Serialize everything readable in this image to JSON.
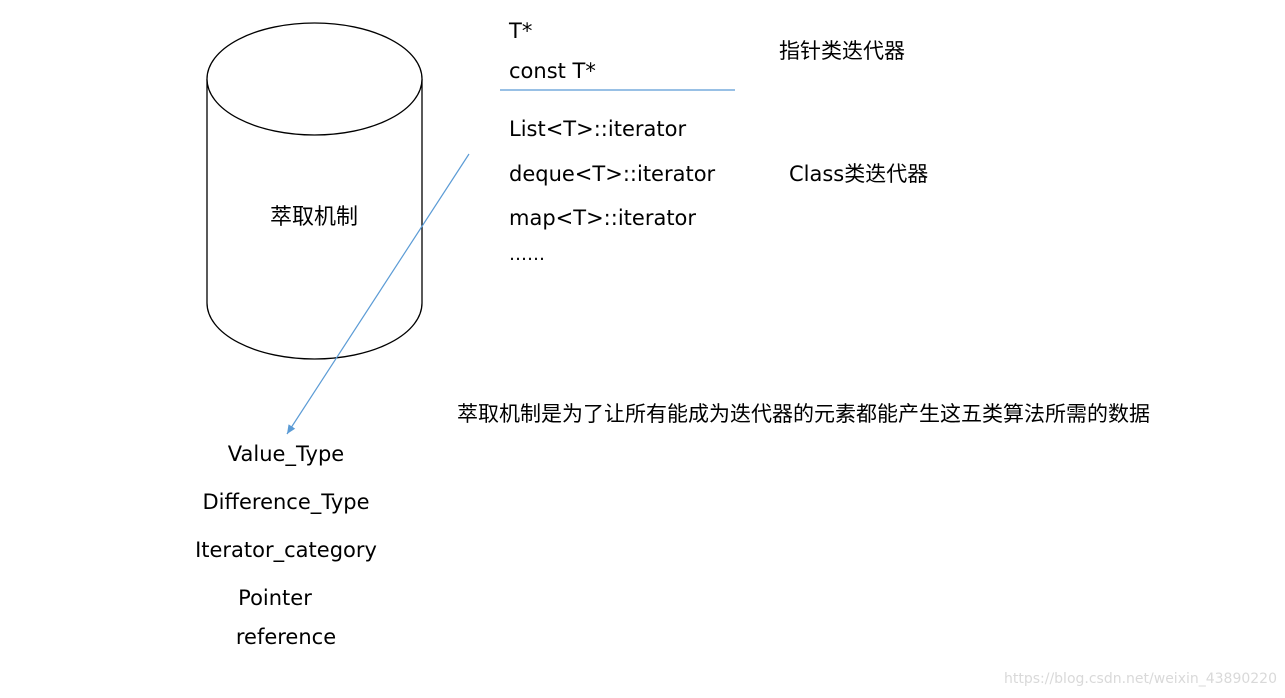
{
  "cylinder": {
    "label": "萃取机制"
  },
  "pointer_iterators": {
    "items": [
      "T*",
      "const T*"
    ],
    "category_label": "指针类迭代器"
  },
  "class_iterators": {
    "items": [
      "List<T>::iterator",
      "deque<T>::iterator",
      "map<T>::iterator",
      "……"
    ],
    "category_label": "Class类迭代器"
  },
  "description": "萃取机制是为了让所有能成为迭代器的元素都能产生这五类算法所需的数据",
  "traits": {
    "items": [
      "Value_Type",
      "Difference_Type",
      "Iterator_category",
      "Pointer",
      "reference"
    ]
  },
  "watermark": "https://blog.csdn.net/weixin_43890220",
  "colors": {
    "line": "#5b9bd5",
    "stroke": "#000000",
    "text": "#000000",
    "watermark": "#d9d9d9"
  }
}
